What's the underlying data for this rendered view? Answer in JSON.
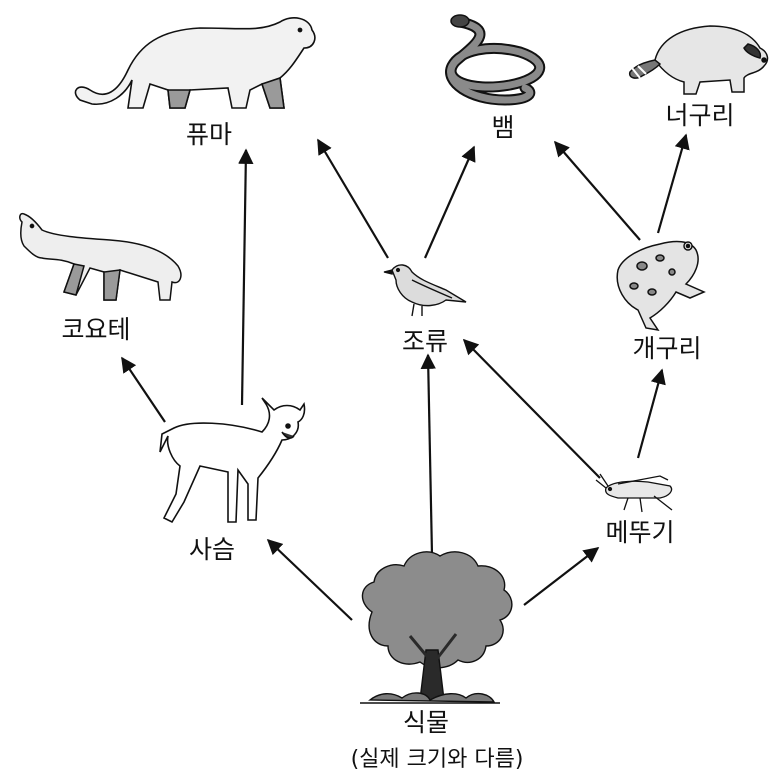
{
  "organisms": {
    "puma": "퓨마",
    "snake": "뱀",
    "raccoon": "너구리",
    "coyote": "코요테",
    "bird": "조류",
    "frog": "개구리",
    "deer": "사슴",
    "grasshopper": "메뚜기",
    "plant": "식물"
  },
  "note": "(실제 크기와 다름)",
  "food_chain": [
    {
      "from": "식물",
      "to": "사슴"
    },
    {
      "from": "식물",
      "to": "조류"
    },
    {
      "from": "식물",
      "to": "메뚜기"
    },
    {
      "from": "사슴",
      "to": "코요테"
    },
    {
      "from": "사슴",
      "to": "퓨마"
    },
    {
      "from": "조류",
      "to": "퓨마"
    },
    {
      "from": "조류",
      "to": "뱀"
    },
    {
      "from": "메뚜기",
      "to": "조류"
    },
    {
      "from": "메뚜기",
      "to": "개구리"
    },
    {
      "from": "개구리",
      "to": "뱀"
    },
    {
      "from": "개구리",
      "to": "너구리"
    }
  ],
  "colors": {
    "ink": "#111111",
    "foliage": "#8c8c8c",
    "limb": "#9a9a9a"
  }
}
